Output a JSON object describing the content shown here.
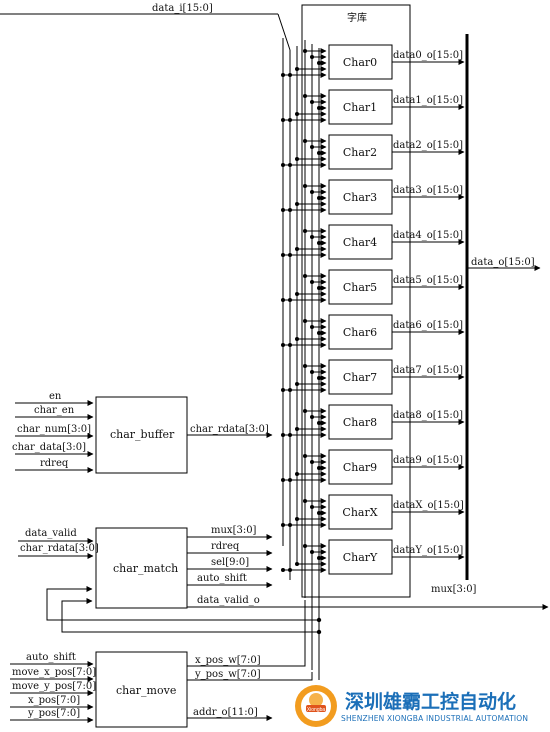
{
  "top_input": "data_i[15:0]",
  "library_title": "字库",
  "char_blocks": [
    "Char0",
    "Char1",
    "Char2",
    "Char3",
    "Char4",
    "Char5",
    "Char6",
    "Char7",
    "Char8",
    "Char9",
    "CharX",
    "CharY"
  ],
  "char_outputs": [
    "data0_o[15:0]",
    "data1_o[15:0]",
    "data2_o[15:0]",
    "data3_o[15:0]",
    "data4_o[15:0]",
    "data5_o[15:0]",
    "data6_o[15:0]",
    "data7_o[15:0]",
    "data8_o[15:0]",
    "data9_o[15:0]",
    "dataX_o[15:0]",
    "dataY_o[15:0]"
  ],
  "bus_output": "data_o[15:0]",
  "mux_label": "mux[3:0]",
  "char_buffer": {
    "name": "char_buffer",
    "inputs": [
      "en",
      "char_en",
      "char_num[3:0]",
      "char_data[3:0]",
      "rdreq"
    ],
    "output": "char_rdata[3:0]"
  },
  "char_match": {
    "name": "char_match",
    "inputs": [
      "data_valid",
      "char_rdata[3:0]"
    ],
    "outputs": [
      "mux[3:0]",
      "rdreq",
      "sel[9:0]",
      "auto_shift",
      "data_valid_o"
    ]
  },
  "char_move": {
    "name": "char_move",
    "inputs": [
      "auto_shift",
      "move_x_pos[7:0]",
      "move_y_pos[7:0]",
      "x_pos[7:0]",
      "y_pos[7:0]"
    ],
    "outputs": [
      "x_pos_w[7:0]",
      "y_pos_w[7:0]",
      "addr_o[11:0]"
    ]
  },
  "logo": {
    "badge_text": "Xiongba",
    "name_cn": "深圳雄霸工控自动化",
    "name_en": "SHENZHEN XIONGBA INDUSTRIAL AUTOMATION",
    "color_blue": "#1b6fb8",
    "color_orange": "#f29c1f"
  }
}
